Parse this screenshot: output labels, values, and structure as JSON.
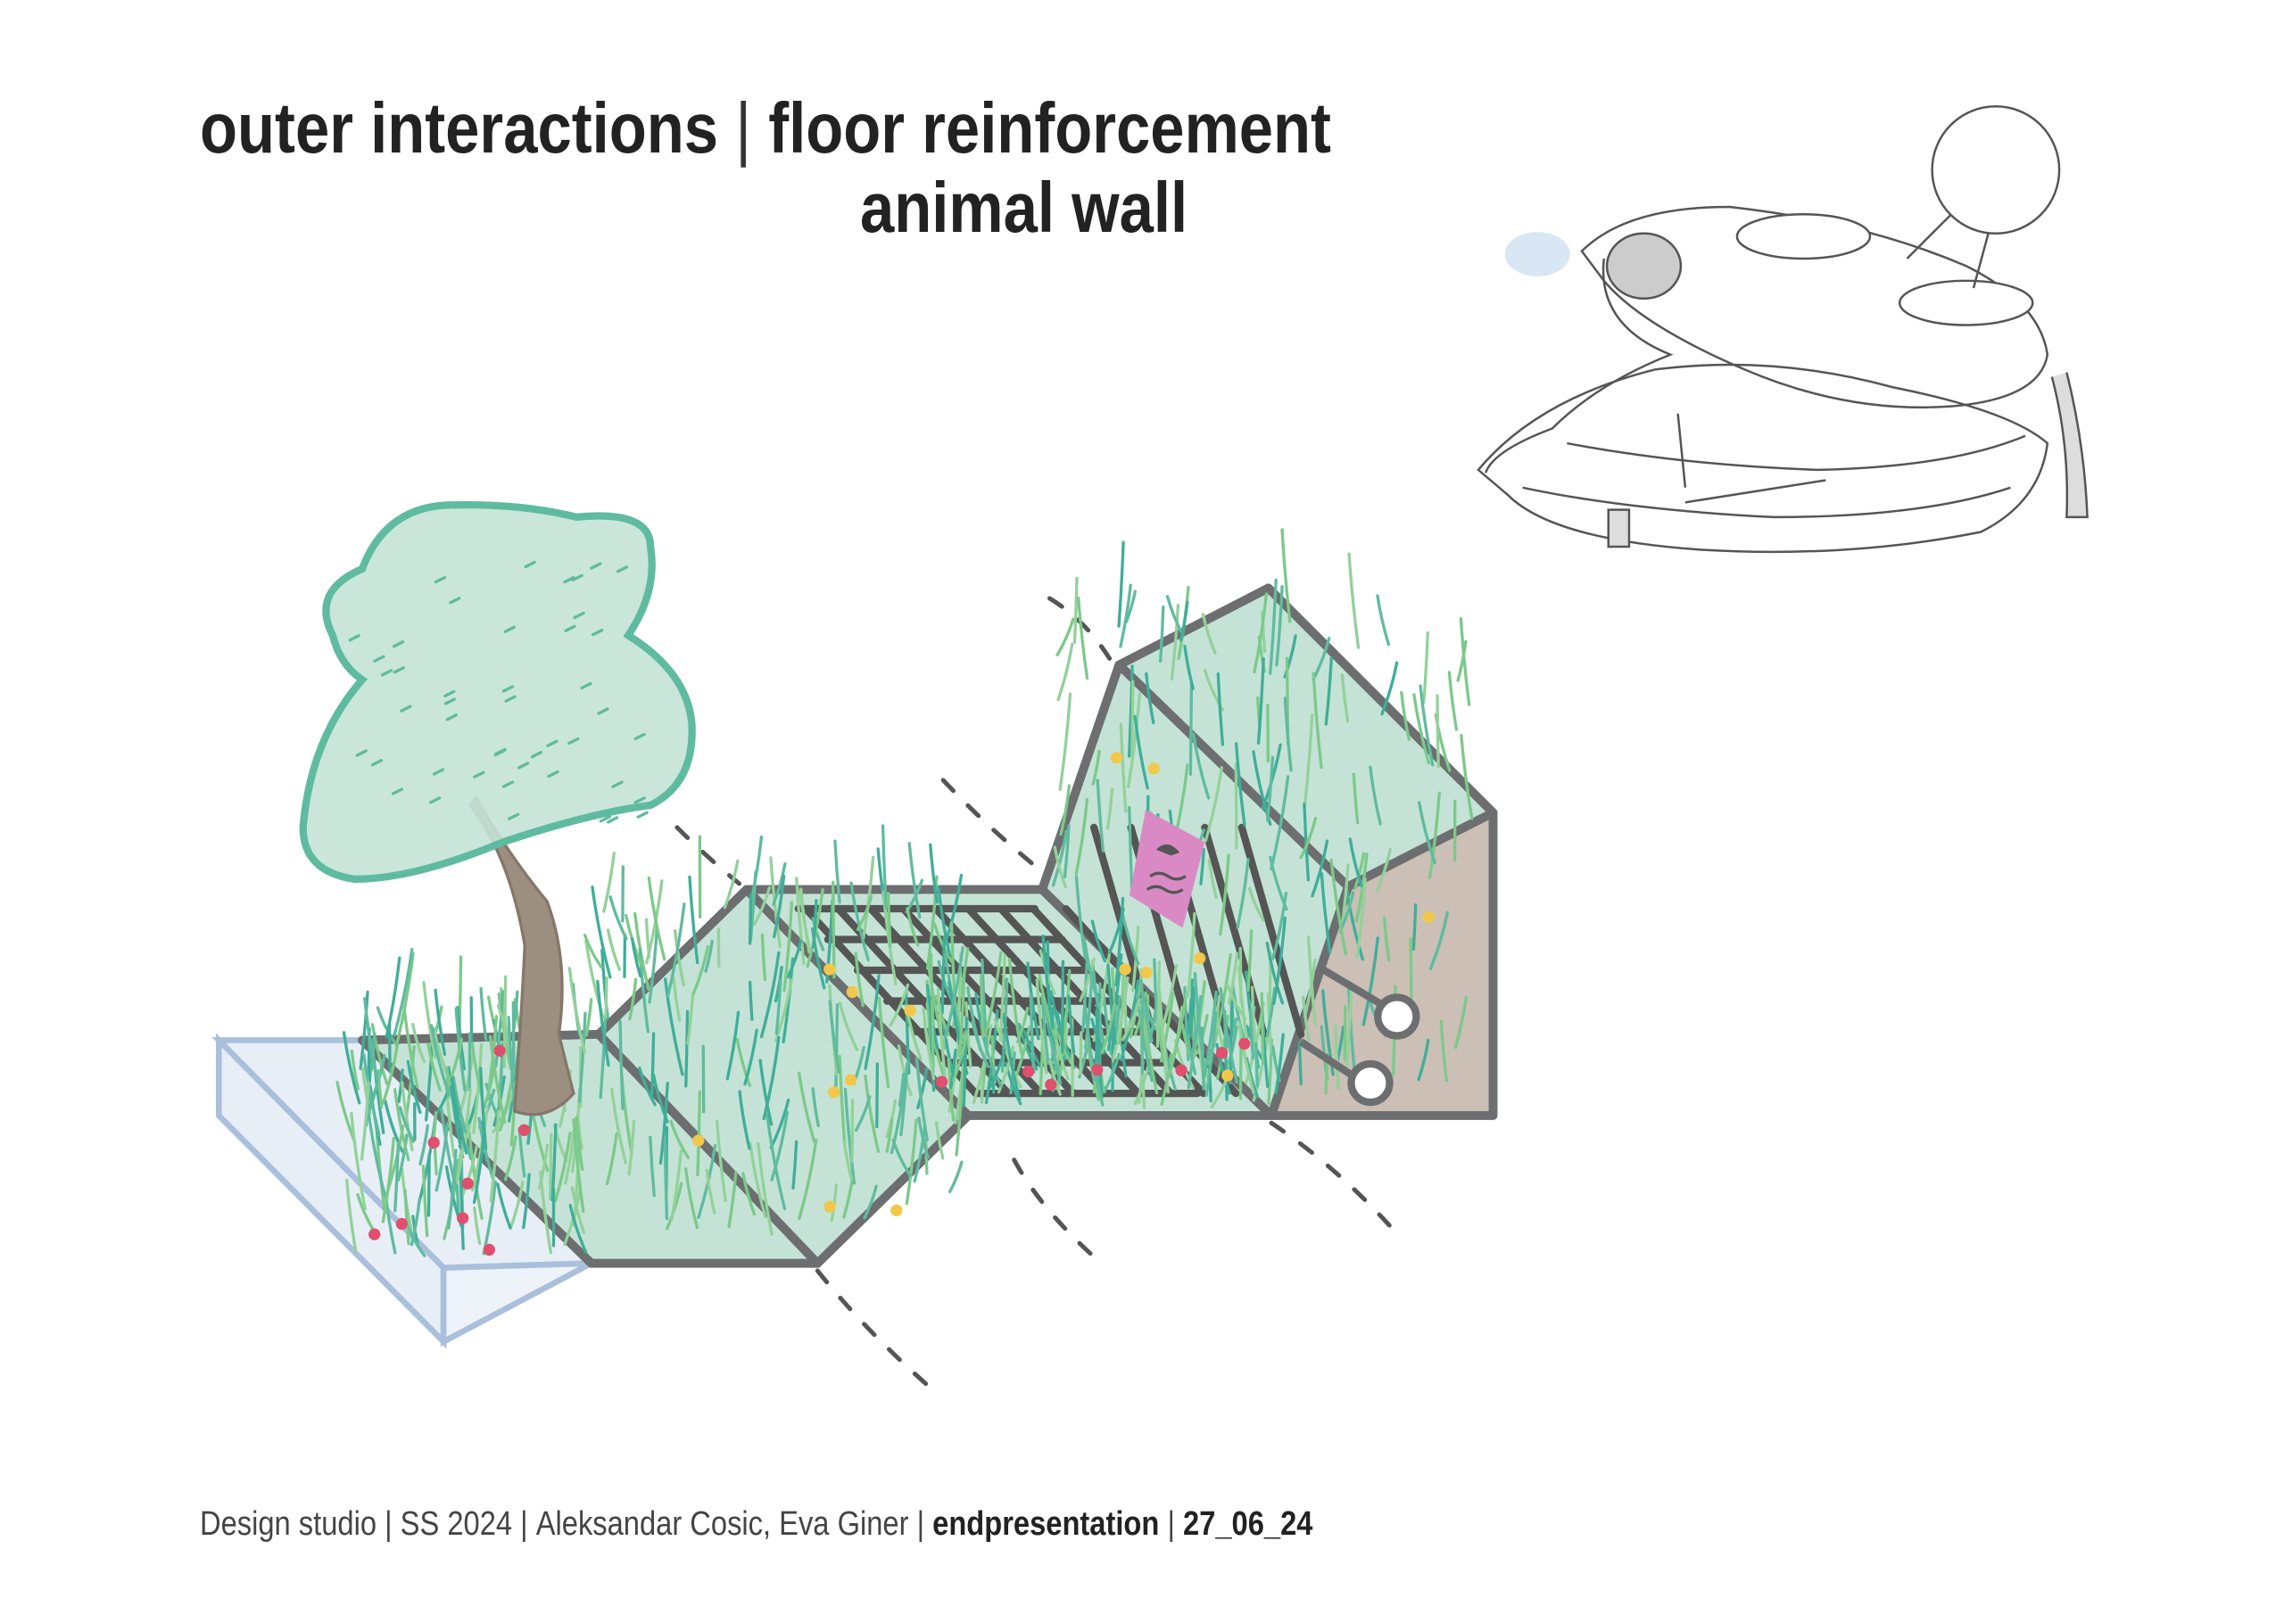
{
  "title": {
    "line1_left": "outer interactions",
    "separator": "|",
    "line1_right": "floor reinforcement",
    "line2": "animal wall"
  },
  "footer": {
    "studio": "Design studio",
    "semester": "SS 2024",
    "authors": "Aleksandar Cosic, Eva Giner",
    "event": "endpresentation",
    "date": "27_06_24",
    "separator": "|"
  },
  "colors": {
    "outline": "#6d6e70",
    "green_fill": "#c4e3d6",
    "tree_stroke": "#5fbb9f",
    "glass_fill": "#e7eef6",
    "glass_stroke": "#a9bfdc",
    "wall_brown": "#cbbfb6",
    "sign_pink": "#d98ac4"
  }
}
